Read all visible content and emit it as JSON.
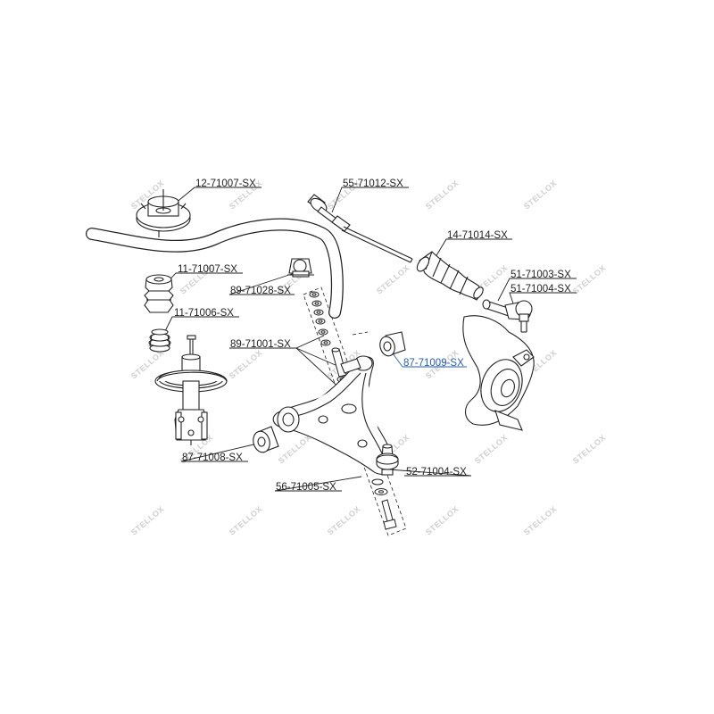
{
  "parts": [
    {
      "id": "top-mount",
      "number": "12-71007-SX",
      "highlight": false
    },
    {
      "id": "tie-rod",
      "number": "55-71012-SX",
      "highlight": false
    },
    {
      "id": "steering-boot",
      "number": "14-71014-SX",
      "highlight": false
    },
    {
      "id": "bump-stop",
      "number": "11-71007-SX",
      "highlight": false
    },
    {
      "id": "stabilizer-bushing",
      "number": "89-71028-SX",
      "highlight": false
    },
    {
      "id": "tie-rod-end-1",
      "number": "51-71003-SX",
      "highlight": false
    },
    {
      "id": "tie-rod-end-2",
      "number": "51-71004-SX",
      "highlight": false
    },
    {
      "id": "spring-pad",
      "number": "11-71006-SX",
      "highlight": false
    },
    {
      "id": "stabilizer-link-kit",
      "number": "89-71001-SX",
      "highlight": false
    },
    {
      "id": "rear-arm-bushing",
      "number": "87-71009-SX",
      "highlight": true
    },
    {
      "id": "front-arm-bushing",
      "number": "87-71008-SX",
      "highlight": false
    },
    {
      "id": "ball-joint",
      "number": "52-71004-SX",
      "highlight": false
    },
    {
      "id": "control-arm",
      "number": "56-71005-SX",
      "highlight": false
    }
  ],
  "watermark": "STELLOX",
  "colors": {
    "line": "#222222",
    "highlight": "#2a5fa8",
    "watermark": "#cfcfcf"
  }
}
